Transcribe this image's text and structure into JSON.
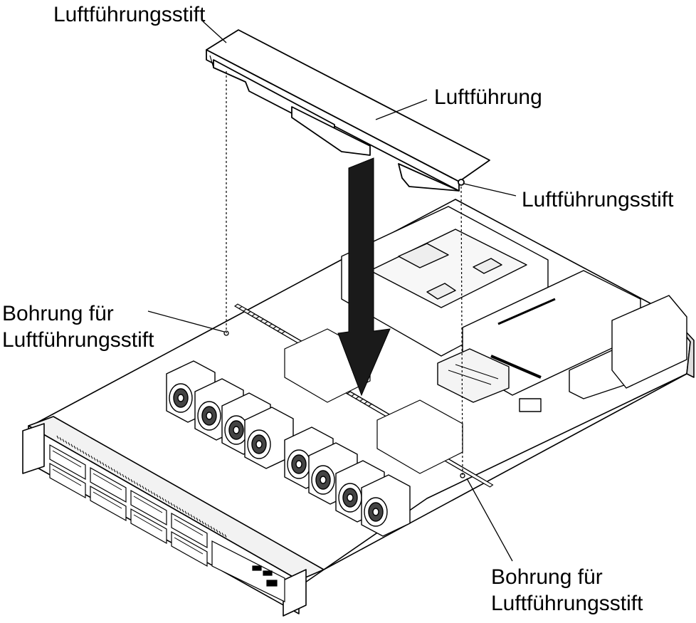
{
  "labels": {
    "pin_top_left": "Luftführungsstift",
    "air_baffle": "Luftführung",
    "pin_right": "Luftführungsstift",
    "hole_left_line1": "Bohrung für",
    "hole_left_line2": "Luftführungsstift",
    "hole_bottom_line1": "Bohrung für",
    "hole_bottom_line2": "Luftführungsstift"
  },
  "colors": {
    "line": "#000000",
    "fill": "#ffffff",
    "shade": "#e6e6e6",
    "dark": "#1a1a1a"
  }
}
